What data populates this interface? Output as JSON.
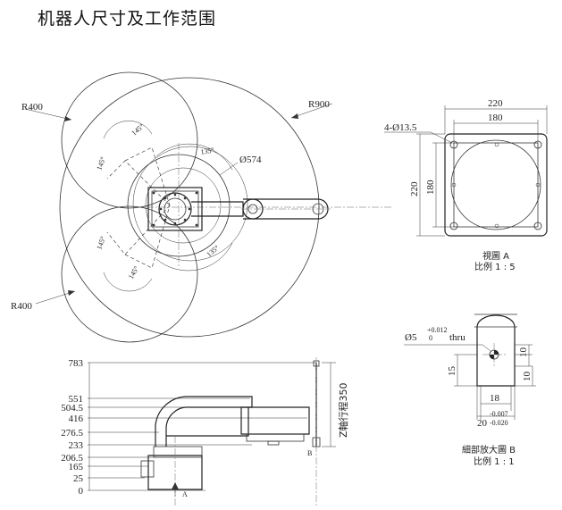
{
  "title": "机器人尺寸及工作范围",
  "top_view": {
    "r400_upper": "R400",
    "r400_lower": "R400",
    "r900": "R900",
    "angle_145_a": "145°",
    "angle_145_b": "145°",
    "angle_145_c": "145°",
    "angle_145_d": "145°",
    "angle_135_a": "135°",
    "angle_135_b": "135°",
    "dia_574": "Ø574"
  },
  "view_a": {
    "width_outer": "220",
    "width_inner": "180",
    "height_outer": "220",
    "height_inner": "180",
    "holes": "4-Ø13.5",
    "caption_1": "視圖 A",
    "caption_2": "比例 1 : 5"
  },
  "detail_b": {
    "dia5_main": "Ø5",
    "dia5_tol_upper": "+0.012",
    "dia5_tol_lower": "0",
    "thru": "thru",
    "dim_15": "15",
    "dim_10_a": "10",
    "dim_10_b": "10",
    "dim_18": "18",
    "dim_20": "20",
    "dim_20_tol_upper": "-0.007",
    "dim_20_tol_lower": "-0.020",
    "caption_1": "細部放大圖 B",
    "caption_2": "比例 1 : 1"
  },
  "side_view": {
    "heights": [
      "783",
      "551",
      "504.5",
      "416",
      "276.5",
      "233",
      "206.5",
      "165",
      "25",
      "0"
    ],
    "z_stroke": "Z軸行程350",
    "label_b": "B",
    "label_a": "A"
  }
}
